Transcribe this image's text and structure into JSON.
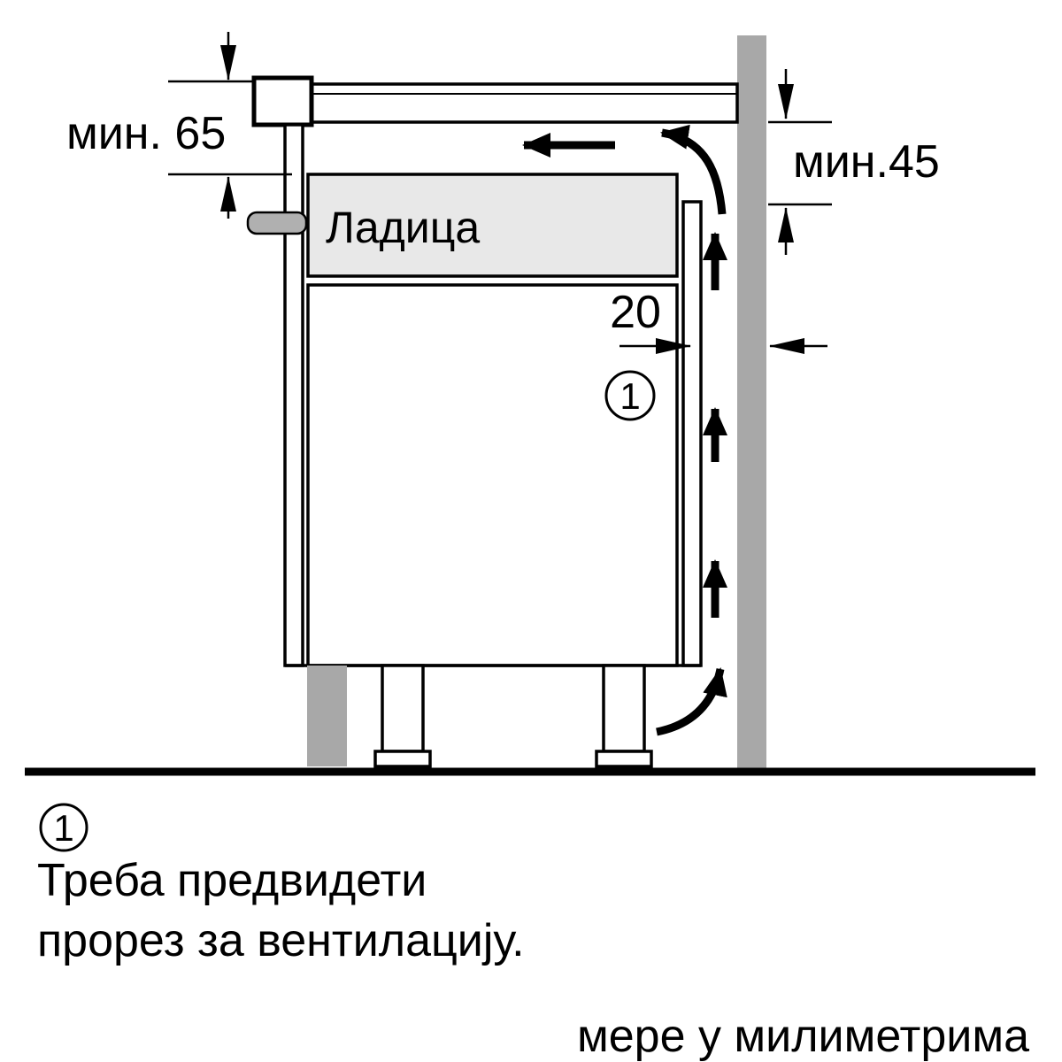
{
  "labels": {
    "min65": "мин. 65",
    "min45": "мин.45",
    "drawer": "Ладица",
    "gap20": "20",
    "vent_marker": "1"
  },
  "footnote": {
    "marker": "1",
    "line1": "Треба предвидети",
    "line2": "прорез за вентилацију.",
    "units": "мере у милиметрима"
  },
  "colors": {
    "background": "#ffffff",
    "line": "#000000",
    "wall": "#a8a8a8",
    "plinth": "#a8a8a8",
    "drawer_fill": "#e8e8e8",
    "handle": "#b0b0b0"
  }
}
